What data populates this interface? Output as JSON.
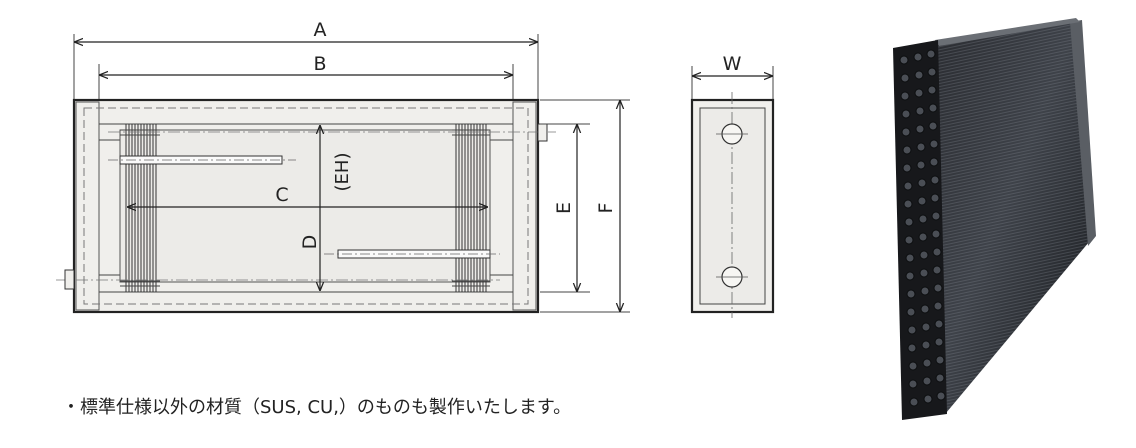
{
  "front_view": {
    "label_a": "A",
    "label_b": "B",
    "label_c": "C",
    "label_d": "D",
    "label_eh": "(EH)",
    "label_e": "E",
    "label_f": "F"
  },
  "side_view": {
    "label_w": "W"
  },
  "note": "・標準仕様以外の材質（SUS, CU,）のものも製作いたします。",
  "photo": {
    "subject": "finned-tube-heat-exchanger-coil"
  }
}
